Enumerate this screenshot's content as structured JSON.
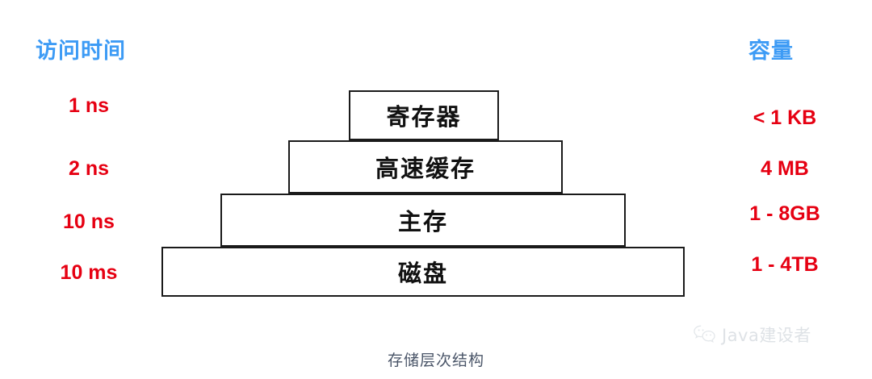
{
  "headings": {
    "access_time": "访问时间",
    "capacity": "容量",
    "color": "#3d9bf5"
  },
  "label_color": "#e60012",
  "chart_data": {
    "type": "diagram",
    "title": "存储层次结构",
    "tiers": [
      {
        "name": "寄存器",
        "access_time": "1 ns",
        "capacity": "< 1 KB"
      },
      {
        "name": "高速缓存",
        "access_time": "2 ns",
        "capacity": "4 MB"
      },
      {
        "name": "主存",
        "access_time": "10 ns",
        "capacity": "1 - 8GB"
      },
      {
        "name": "磁盘",
        "access_time": "10 ms",
        "capacity": "1 - 4TB"
      }
    ]
  },
  "caption": "存储层次结构",
  "watermark": {
    "icon": "wechat-icon",
    "text": "Java建设者"
  }
}
